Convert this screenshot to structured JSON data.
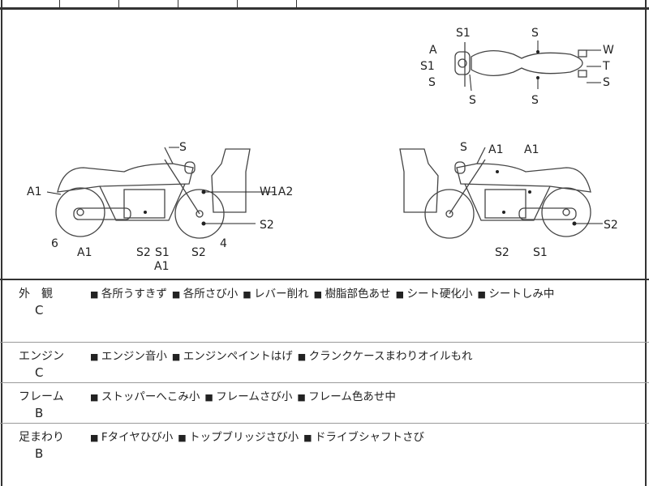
{
  "diagram": {
    "top_view_labels": [
      "S1",
      "S",
      "A",
      "S1",
      "S",
      "S",
      "S",
      "W",
      "T",
      "S"
    ],
    "left_bike_labels": [
      "S",
      "A1",
      "W1A2",
      "S2",
      "6",
      "4",
      "A1",
      "S2",
      "S1",
      "A1",
      "S2"
    ],
    "right_bike_labels": [
      "S",
      "A1",
      "A1",
      "S2",
      "S2",
      "S1"
    ]
  },
  "sections": [
    {
      "category": "外　観",
      "grade": "C",
      "items": [
        "各所うすきず",
        "各所さび小",
        "レバー削れ",
        "樹脂部色あせ",
        "シート硬化小",
        "シートしみ中"
      ]
    },
    {
      "category": "エンジン",
      "grade": "C",
      "items": [
        "エンジン音小",
        "エンジンペイントはげ",
        "クランクケースまわりオイルもれ"
      ]
    },
    {
      "category": "フレーム",
      "grade": "B",
      "items": [
        "ストッパーへこみ小",
        "フレームさび小",
        "フレーム色あせ中"
      ]
    },
    {
      "category": "足まわり",
      "grade": "B",
      "items": [
        "Fタイヤひび小",
        "トップブリッジさび小",
        "ドライブシャフトさび"
      ]
    }
  ]
}
